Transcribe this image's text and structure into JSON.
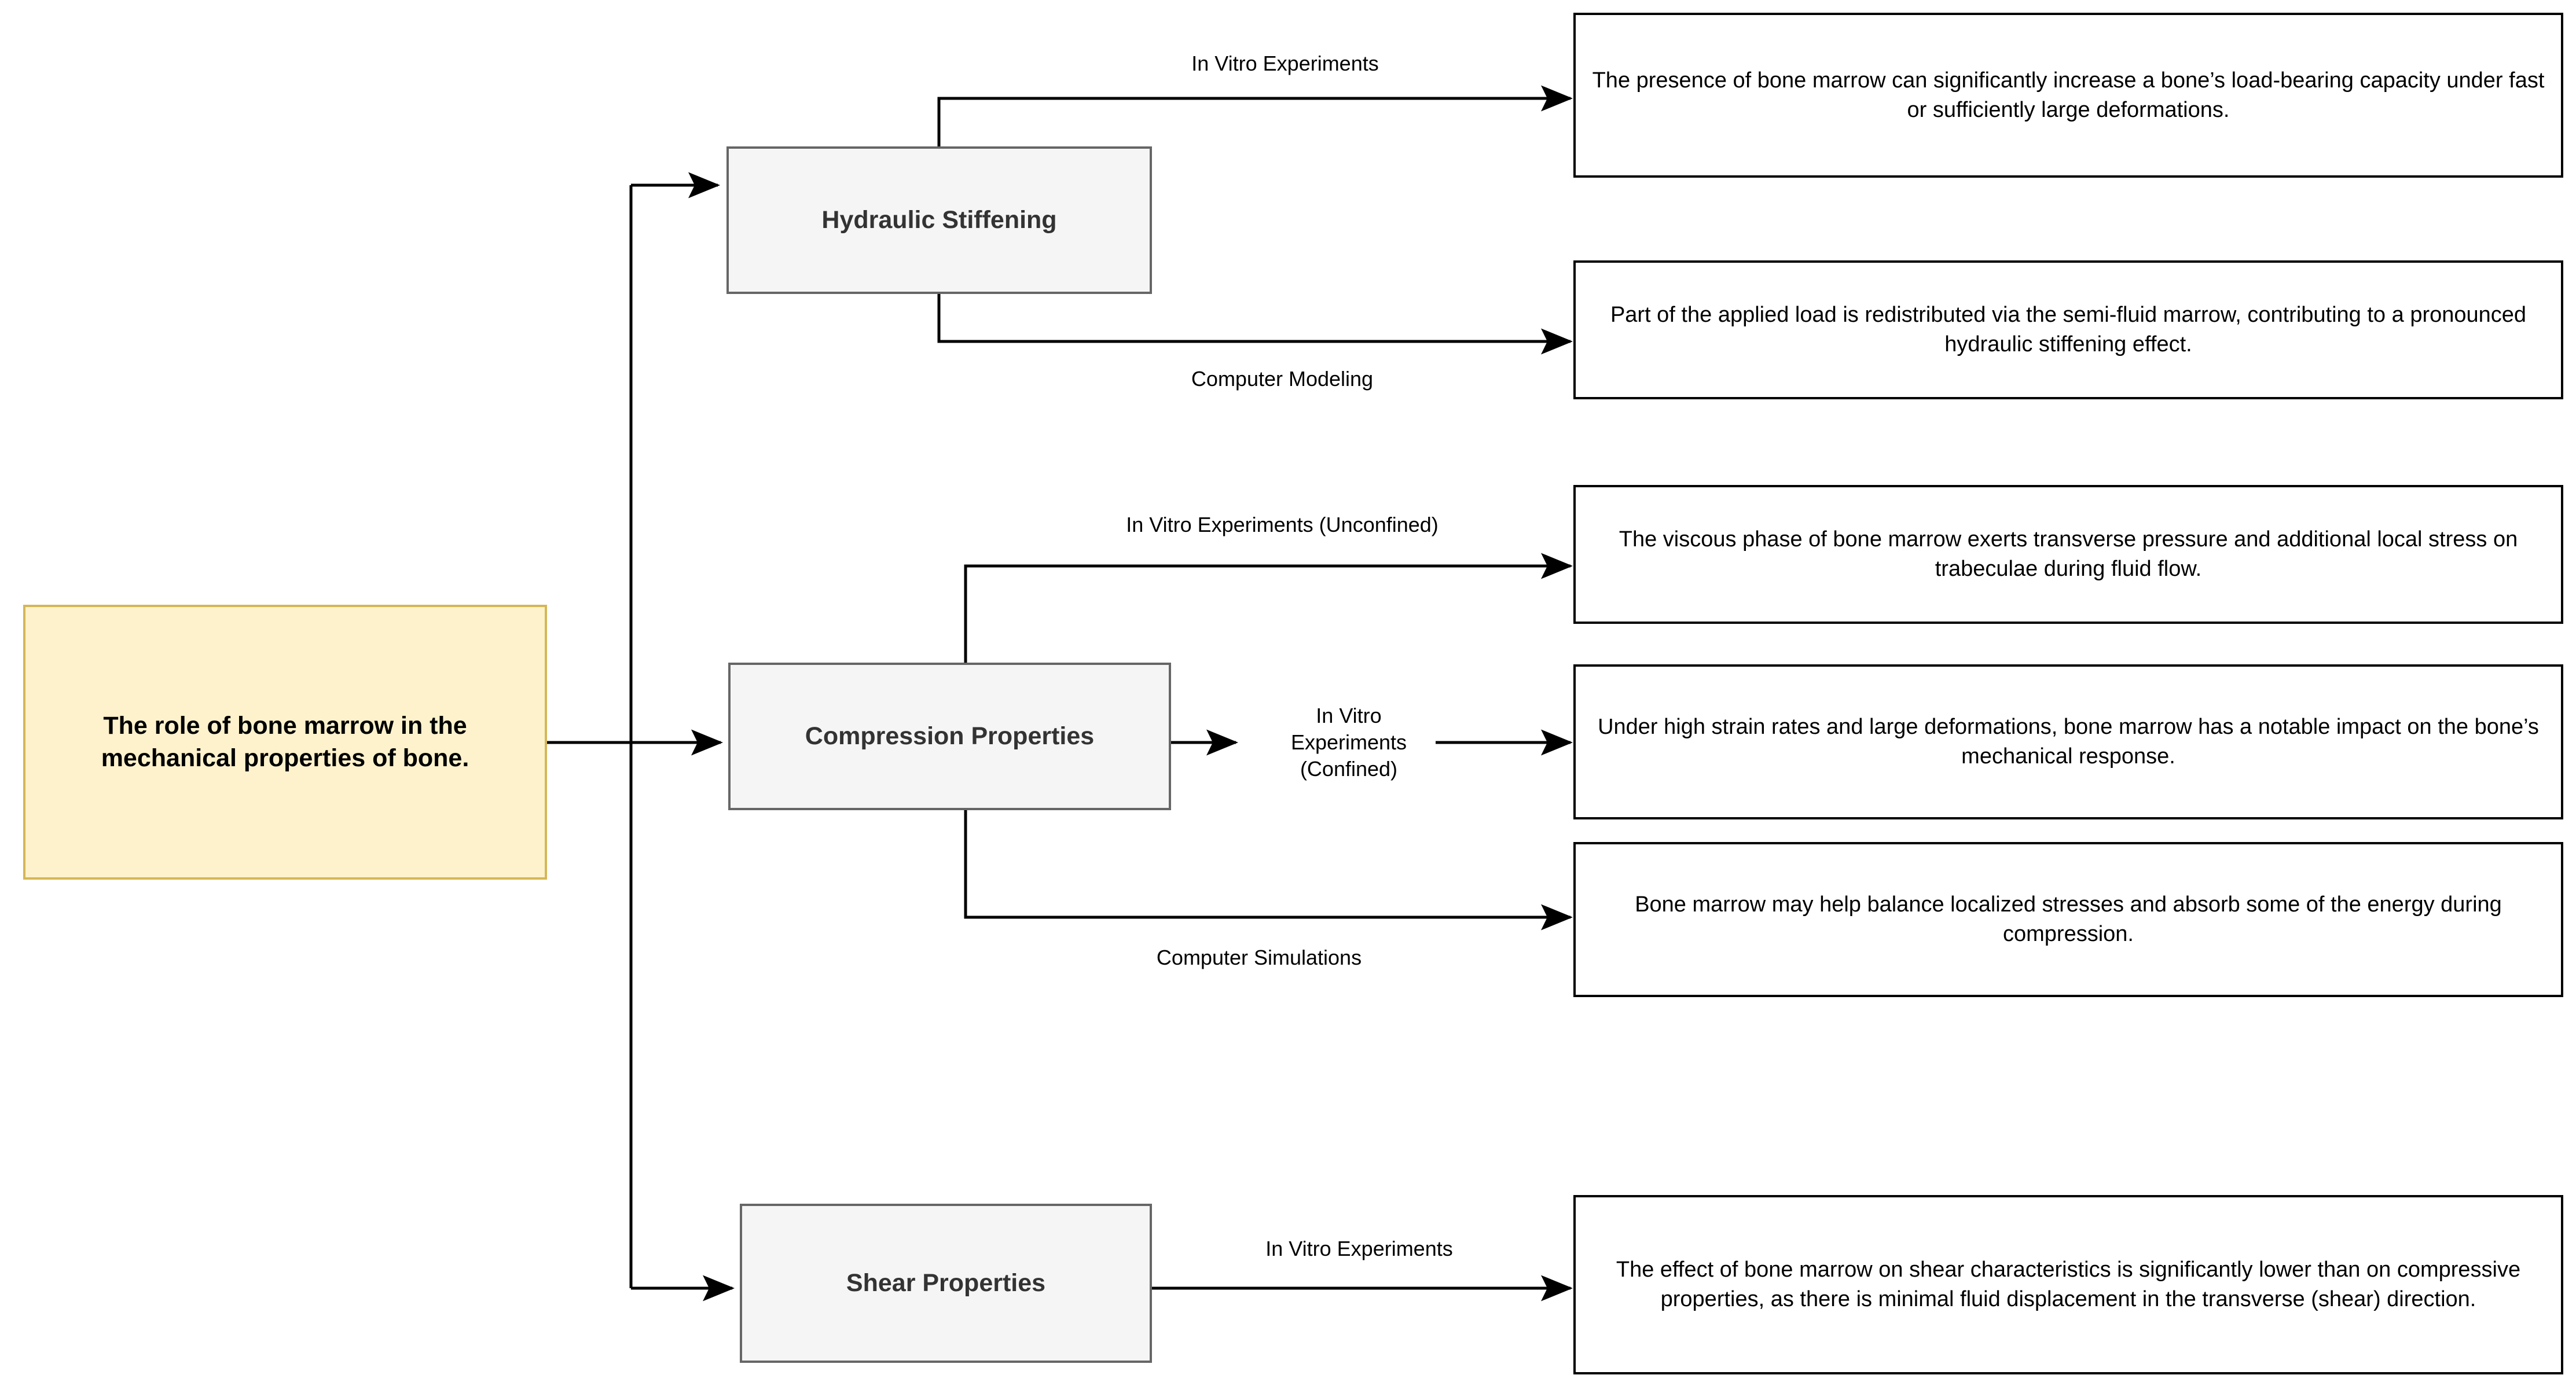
{
  "diagram": {
    "title": "The role of bone marrow in the mechanical properties of bone",
    "colors": {
      "root_fill": "#fdf2cc",
      "root_border": "#d6b656",
      "branch_fill": "#f5f5f5",
      "branch_border": "#666666",
      "detail_fill": "#ffffff",
      "detail_border": "#000000",
      "edge_stroke": "#000000",
      "canvas_background": "#ffffff"
    },
    "root": {
      "label": "The role of bone marrow in the mechanical properties of bone."
    },
    "branches": [
      {
        "id": "hydraulic-stiffening",
        "label": "Hydraulic Stiffening"
      },
      {
        "id": "compression-properties",
        "label": "Compression Properties"
      },
      {
        "id": "shear-properties",
        "label": "Shear Properties"
      }
    ],
    "edge_labels": [
      {
        "id": "hydraulic-in-vitro",
        "label": "In Vitro Experiments"
      },
      {
        "id": "hydraulic-computer-modeling",
        "label": "Computer Modeling"
      },
      {
        "id": "compression-in-vitro-unconfined",
        "label": "In Vitro Experiments (Unconfined)"
      },
      {
        "id": "compression-in-vitro-confined",
        "label": "In Vitro\nExperiments\n(Confined)"
      },
      {
        "id": "compression-computer-simulations",
        "label": "Computer Simulations"
      },
      {
        "id": "shear-in-vitro",
        "label": "In Vitro Experiments"
      }
    ],
    "findings": [
      {
        "id": "finding-hydraulic-in-vitro",
        "text": "The presence of bone marrow can significantly increase a bone’s load-bearing capacity under fast or sufficiently large deformations."
      },
      {
        "id": "finding-hydraulic-modeling",
        "text": "Part of the applied load is redistributed via the semi-fluid marrow, contributing to a pronounced hydraulic stiffening effect."
      },
      {
        "id": "finding-compression-unconfined",
        "text": "The viscous phase of bone marrow exerts transverse pressure and additional local stress on trabeculae during fluid flow."
      },
      {
        "id": "finding-compression-confined",
        "text": "Under high strain rates and large deformations, bone marrow has a notable impact on the bone’s mechanical response."
      },
      {
        "id": "finding-compression-simulations",
        "text": "Bone marrow may help balance localized stresses and absorb some of the energy during compression."
      },
      {
        "id": "finding-shear-in-vitro",
        "text": "The effect of bone marrow on shear characteristics is significantly lower than on compressive properties, as there is minimal fluid displacement in the transverse (shear) direction."
      }
    ]
  }
}
